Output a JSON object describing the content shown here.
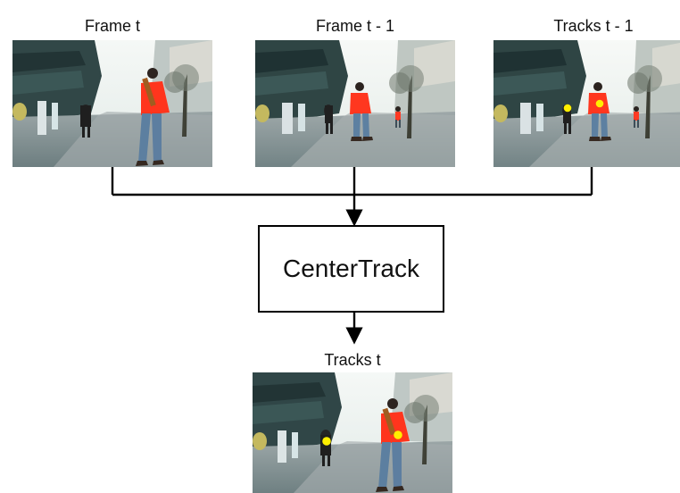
{
  "inputs": [
    {
      "label": "Frame t"
    },
    {
      "label": "Frame t - 1"
    },
    {
      "label": "Tracks t - 1"
    }
  ],
  "model": {
    "label": "CenterTrack"
  },
  "output": {
    "label": "Tracks t"
  },
  "colors": {
    "line": "#000000",
    "track_marker": "#ffef00",
    "jacket": "#ff3b1f",
    "sky": "#f2f6f3",
    "street": "#8a979a"
  },
  "icons": {
    "street_scene": "pedestrian-street-photo",
    "track_marker": "yellow-dot"
  }
}
